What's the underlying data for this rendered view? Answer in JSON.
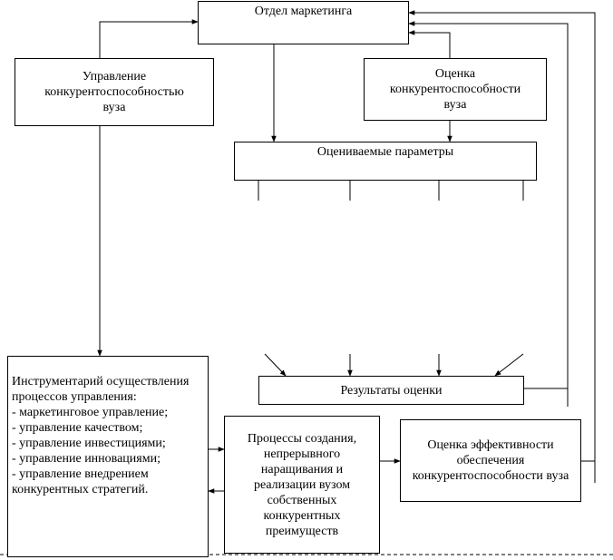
{
  "boxes": {
    "marketing_dept": "Отдел маркетинга",
    "competitiveness_mgmt": "Управление\nконкурентоспособностью\nвуза",
    "competitiveness_eval": "Оценка\nконкурентоспособности\nвуза",
    "evaluated_params": "Оцениваемые параметры",
    "eval_results": "Результаты оценки",
    "tools": "Инструментарий осуществления процессов управления:\n- маркетинговое управление;\n- управление качеством;\n- управление инвестициями;\n-  управление инновациями;\n- управление внедрением конкурентных стратегий.",
    "processes": "Процессы создания, непрерывного наращивания и реализации вузом собственных конкурентных преимуществ",
    "efficiency_eval": "Оценка эффективности обеспечения конкурентоспособности вуза"
  }
}
